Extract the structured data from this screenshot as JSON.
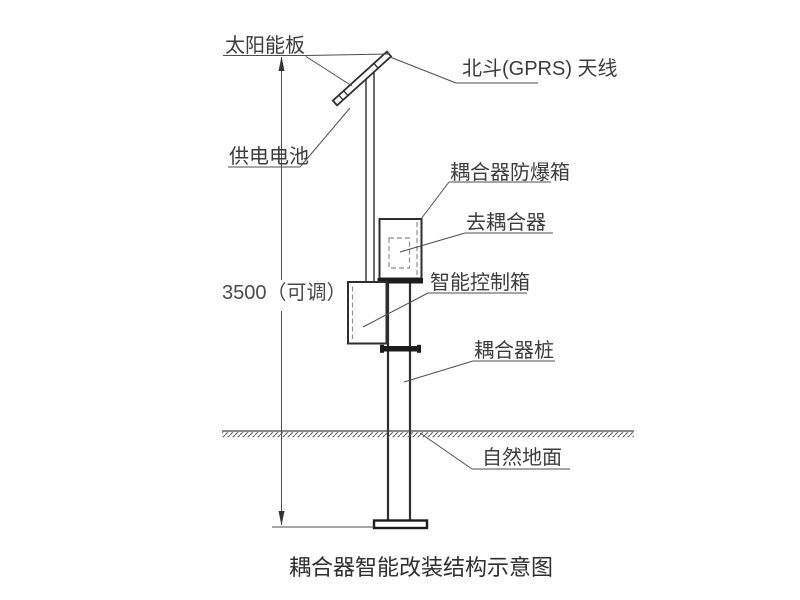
{
  "diagram": {
    "title": "耦合器智能改装结构示意图",
    "dimension": {
      "height_label": "3500（可调）"
    },
    "labels": {
      "solar_panel": "太阳能板",
      "antenna": "北斗(GPRS) 天线",
      "battery": "供电电池",
      "explosion_proof_box": "耦合器防爆箱",
      "to_coupler": "去耦合器",
      "control_box": "智能控制箱",
      "coupler_pile": "耦合器桩",
      "natural_ground": "自然地面"
    },
    "colors": {
      "background": "#ffffff",
      "structure_line": "#2e2e2e",
      "leader_line": "#4d4d4d",
      "dashed_line": "#8f8f8f",
      "text": "#3c3c3c"
    }
  }
}
